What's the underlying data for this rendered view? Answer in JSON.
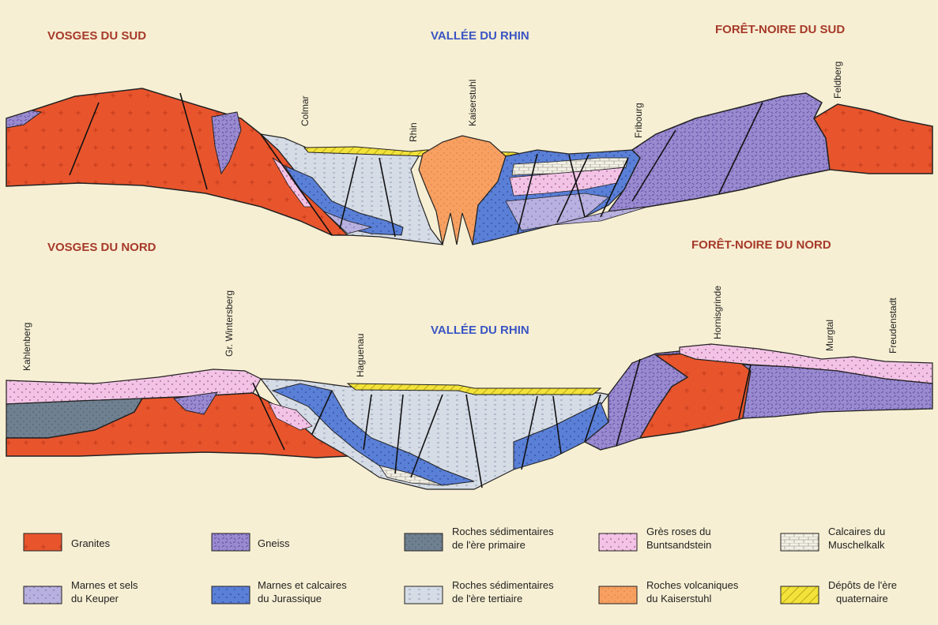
{
  "regions": {
    "vosges_sud": "VOSGES DU SUD",
    "vallee_rhin_top": "VALLÉE DU RHIN",
    "foret_noire_sud": "FORÊT-NOIRE DU SUD",
    "vosges_nord": "VOSGES DU NORD",
    "vallee_rhin_bottom": "VALLÉE DU RHIN",
    "foret_noire_nord": "FORÊT-NOIRE DU NORD"
  },
  "places_top": {
    "colmar": "Colmar",
    "rhin": "Rhin",
    "kaiserstuhl": "Kaiserstuhl",
    "fribourg": "Fribourg",
    "feldberg": "Feldberg"
  },
  "places_bottom": {
    "kahlenberg": "Kahlenberg",
    "gr_wintersberg": "Gr. Wintersberg",
    "haguenau": "Haguenau",
    "hornisgrinde": "Hornisgrinde",
    "murgtal": "Murgtal",
    "freudenstadt": "Freudenstadt"
  },
  "legend": {
    "granites": "Granites",
    "gneiss": "Gneiss",
    "primaire_1": "Roches sédimentaires",
    "primaire_2": "de l'ère primaire",
    "gres_1": "Grès roses du",
    "gres_2": "Buntsandstein",
    "calcaires_1": "Calcaires du",
    "calcaires_2": "Muschelkalk",
    "keuper_1": "Marnes et sels",
    "keuper_2": "du Keuper",
    "jurassique_1": "Marnes et calcaires",
    "jurassique_2": "du Jurassique",
    "tertiaire_1": "Roches sédimentaires",
    "tertiaire_2": "de l'ère tertiaire",
    "volcaniques_1": "Roches volcaniques",
    "volcaniques_2": "du Kaiserstuhl",
    "quaternaire_1": "Dépôts de l'ère",
    "quaternaire_2": "quaternaire"
  },
  "colors": {
    "background": "#f7efd3",
    "region_red": "#a63a2a",
    "region_blue": "#3a55c4",
    "granite": "#e8552d",
    "gneiss": "#9a8ad0",
    "primaire": "#6f8090",
    "gres": "#f3c3e6",
    "calcaire": "#f2efe4",
    "keuper": "#b8b0de",
    "jurassique": "#5a7fd6",
    "tertiaire": "#d6dce6",
    "volcanique": "#f7a061",
    "quaternaire": "#f2e23a"
  }
}
